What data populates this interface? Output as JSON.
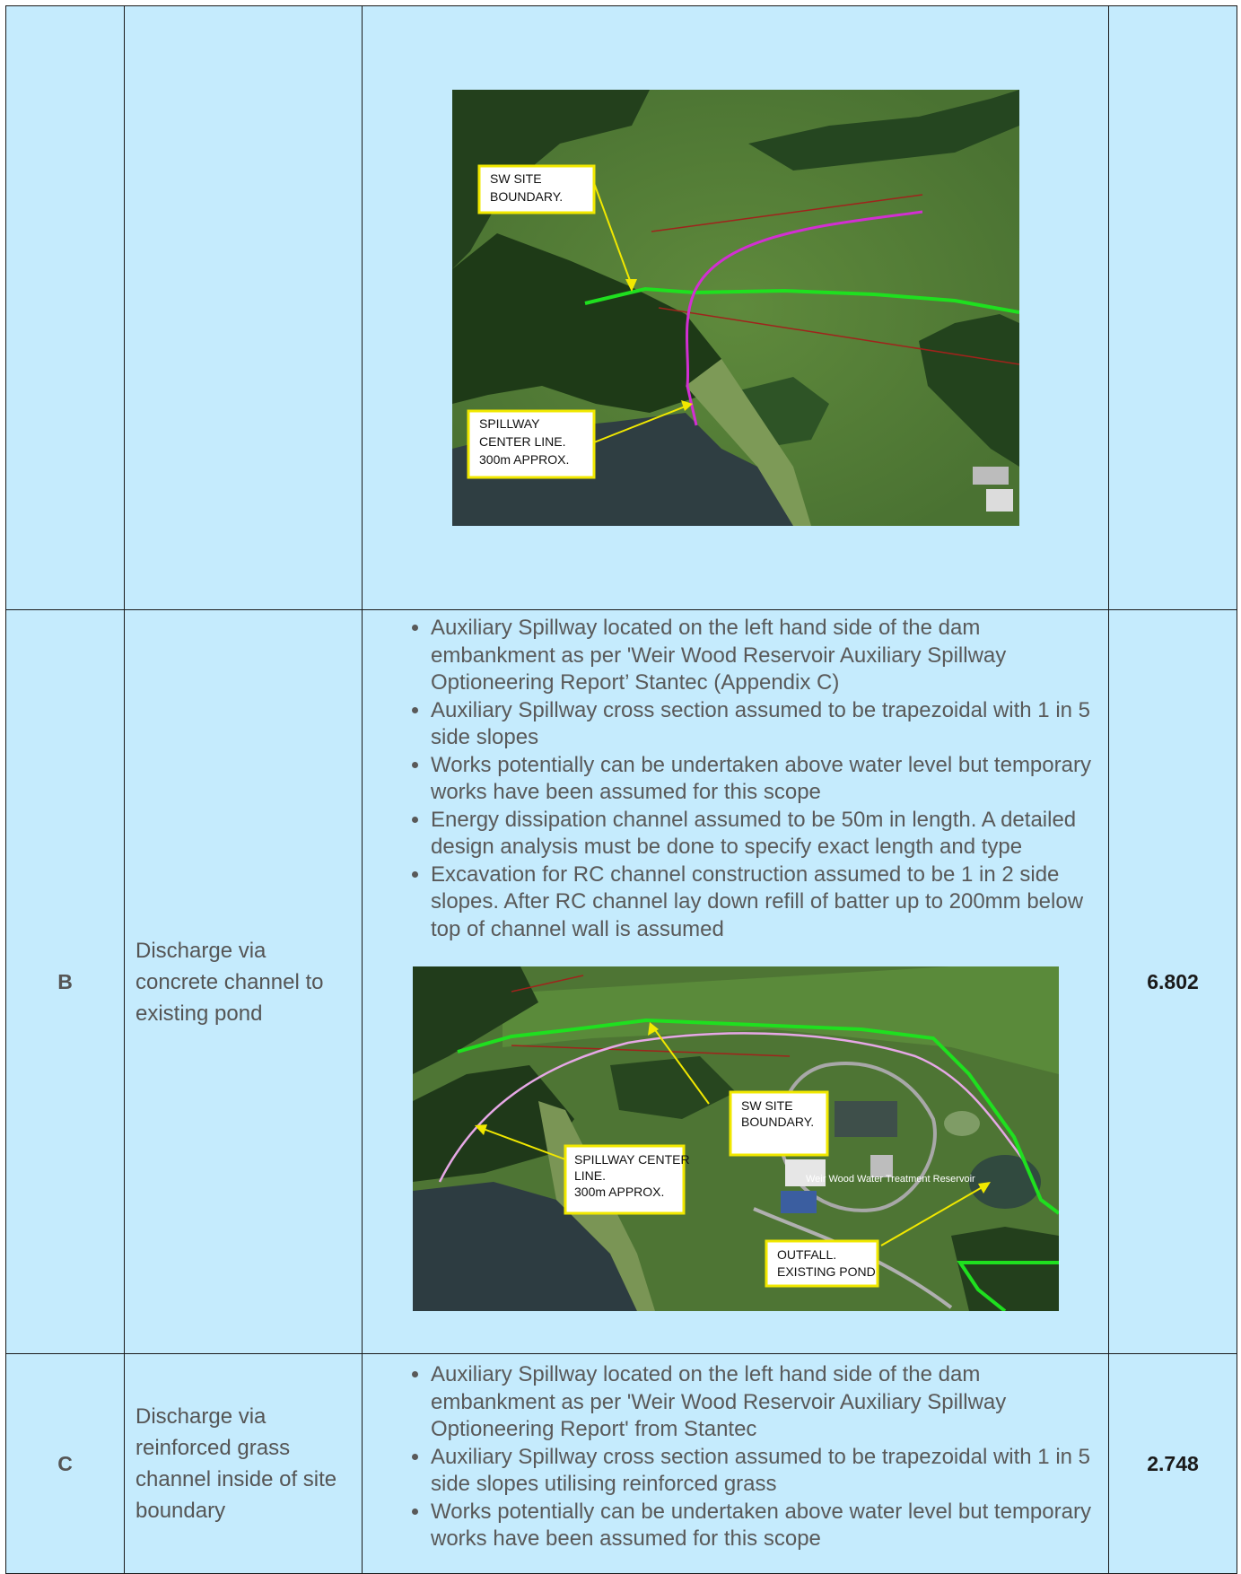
{
  "rows": [
    {
      "option": "",
      "description": "",
      "map": {
        "labels": [
          {
            "lines": [
              "SW SITE",
              "BOUNDARY."
            ]
          },
          {
            "lines": [
              "SPILLWAY",
              "CENTER LINE.",
              "300m APPROX."
            ]
          }
        ]
      },
      "cost": ""
    },
    {
      "option": "B",
      "description": "Discharge via concrete channel to existing pond",
      "bullets": [
        "Auxiliary Spillway located on the left hand side of the dam embankment as per 'Weir Wood Reservoir Auxiliary Spillway Optioneering Report’ Stantec (Appendix C)",
        "Auxiliary Spillway cross section assumed to be trapezoidal with 1 in 5 side slopes",
        "Works potentially can be undertaken above water level but temporary works have been assumed for this scope",
        "Energy dissipation channel assumed to be 50m in length. A detailed design analysis must be done to specify exact length and type",
        "Excavation for RC channel construction assumed to be 1 in 2 side slopes. After RC channel lay down refill of batter up to 200mm below top of channel wall is assumed"
      ],
      "map": {
        "labels": [
          {
            "lines": [
              "SW SITE",
              "BOUNDARY."
            ]
          },
          {
            "lines": [
              "SPILLWAY CENTER",
              "LINE.",
              "300m APPROX."
            ]
          },
          {
            "lines": [
              "OUTFALL.",
              "EXISTING POND"
            ]
          }
        ],
        "place_label": "Weir Wood Water Treatment Reservoir"
      },
      "cost": "6.802"
    },
    {
      "option": "C",
      "description": "Discharge via reinforced grass channel inside of site boundary",
      "bullets": [
        "Auxiliary Spillway located on the left hand side of the dam embankment as per 'Weir Wood Reservoir Auxiliary Spillway Optioneering Report' from Stantec",
        "Auxiliary Spillway cross section assumed to be trapezoidal with 1 in 5 side slopes utilising reinforced grass",
        "Works potentially can be undertaken above water level but temporary works have been assumed for this scope"
      ],
      "cost": "2.748"
    }
  ],
  "colors": {
    "cell_background": "#c5ebfd",
    "border": "#1a1a1a",
    "site_boundary": "#1fe01f",
    "spillway_line_a": "#d22fd2",
    "spillway_line_b": "#e6a8e6",
    "label_border": "#f1e800"
  }
}
